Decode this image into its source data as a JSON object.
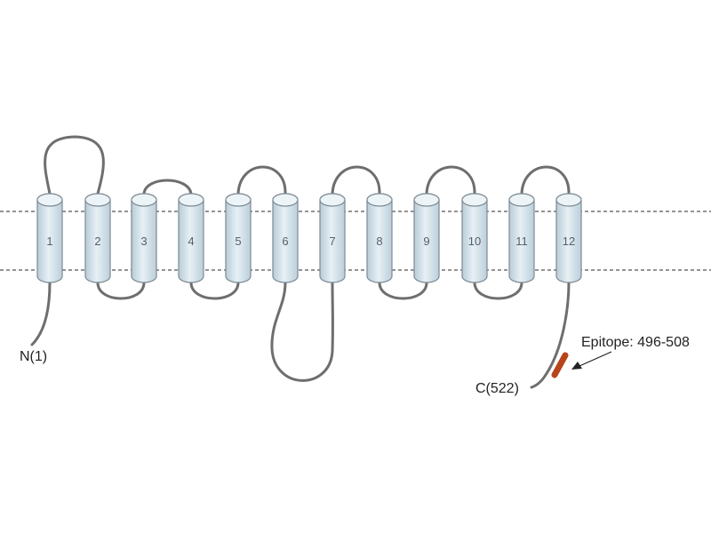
{
  "diagram": {
    "helices": [
      "1",
      "2",
      "3",
      "4",
      "5",
      "6",
      "7",
      "8",
      "9",
      "10",
      "11",
      "12"
    ],
    "n_terminus_label": "N(1)",
    "c_terminus_label": "C(522)",
    "epitope_label": "Epitope: 496-508",
    "colors": {
      "helix_fill": "#d4e3eb",
      "helix_stroke": "#7c8a94",
      "loop": "#6e6e6e",
      "membrane_line": "#555555",
      "epitope": "#b8441c",
      "text": "#222222"
    }
  }
}
